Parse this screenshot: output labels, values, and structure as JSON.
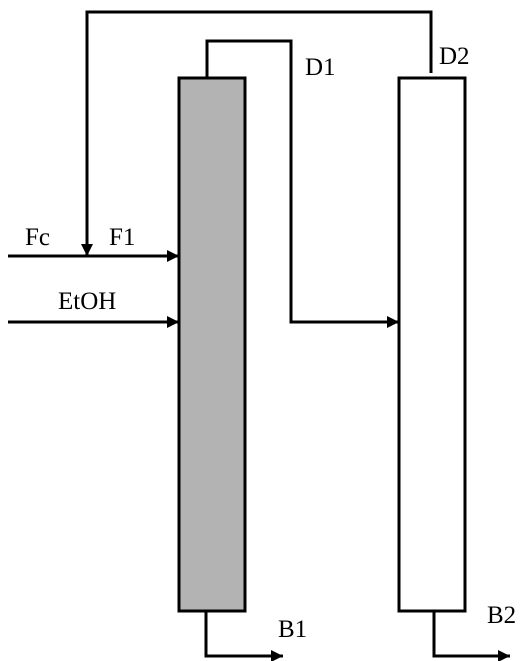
{
  "colors": {
    "column_1_fill": "#b3b3b3",
    "column_2_fill": "#ffffff",
    "line": "#000000"
  },
  "labels": {
    "fc": "Fc",
    "f1": "F1",
    "etoh": "EtOH",
    "d1": "D1",
    "d2": "D2",
    "b1": "B1",
    "b2": "B2"
  }
}
